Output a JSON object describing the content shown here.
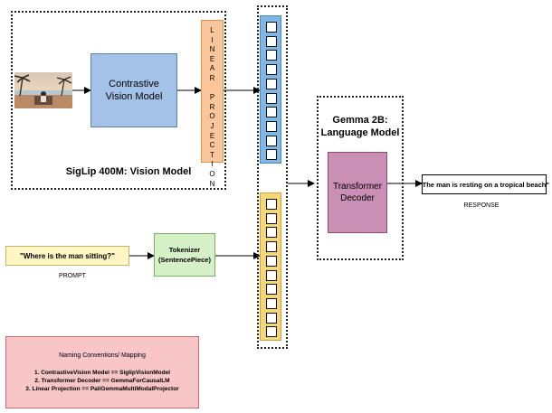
{
  "vision": {
    "title": "SigLip 400M:  Vision Model",
    "encoder_label": "Contrastive Vision Model",
    "projection_label": "LINEAR PROJECTION",
    "image_icon": "beach-photo"
  },
  "language": {
    "title": "Gemma 2B: Language Model",
    "decoder_label": "Transformer Decoder"
  },
  "prompt": {
    "text": "\"Where is the man sitting?\"",
    "caption": "PROMPT"
  },
  "tokenizer": {
    "label": "Tokenizer (SentencePiece)"
  },
  "response": {
    "text": "\"The man is resting on a tropical beach\"",
    "caption": "RESPONSE"
  },
  "tokens": {
    "image_token_count": 10,
    "text_token_count": 10
  },
  "naming": {
    "title": "Naming Conventions/ Mapping",
    "items": [
      "1. ContrastiveVision Model == SiglipVisionModel",
      "2. Transformer Decoder == GemmaForCausalLM",
      "3. Linear Projection == PaliGemmaMultiModalProjector"
    ]
  },
  "colors": {
    "encoder": "#a4c2e8",
    "projection": "#f9c79b",
    "decoder": "#c98fb4",
    "prompt": "#fff6c4",
    "tokenizer": "#d6f0c8",
    "image_tokens": "#7fb8e6",
    "text_tokens": "#f5d77a",
    "naming": "#f8c6c6"
  }
}
